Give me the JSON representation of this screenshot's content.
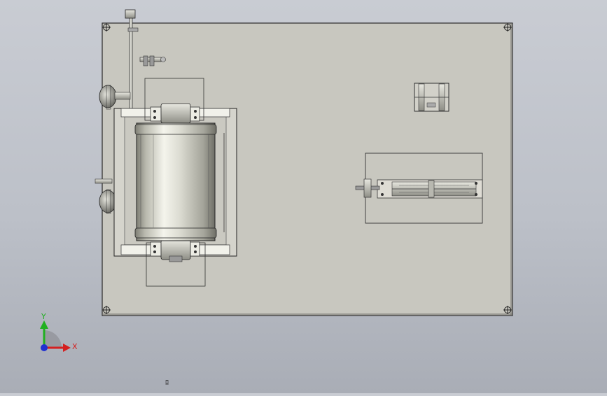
{
  "viewport": {
    "background_top": "#c9ccd3",
    "background_bottom": "#a9adb6",
    "plate_color": "#c8c7bf",
    "edge_color": "#2a2a2a",
    "cylinder_highlight": "#f2f2ea",
    "cylinder_shadow": "#8c8c84"
  },
  "triad": {
    "x_label": "X",
    "y_label": "Y",
    "x_color": "#d42020",
    "y_color": "#20b020",
    "z_color": "#2030d0"
  },
  "status_mark": "ﾛ"
}
